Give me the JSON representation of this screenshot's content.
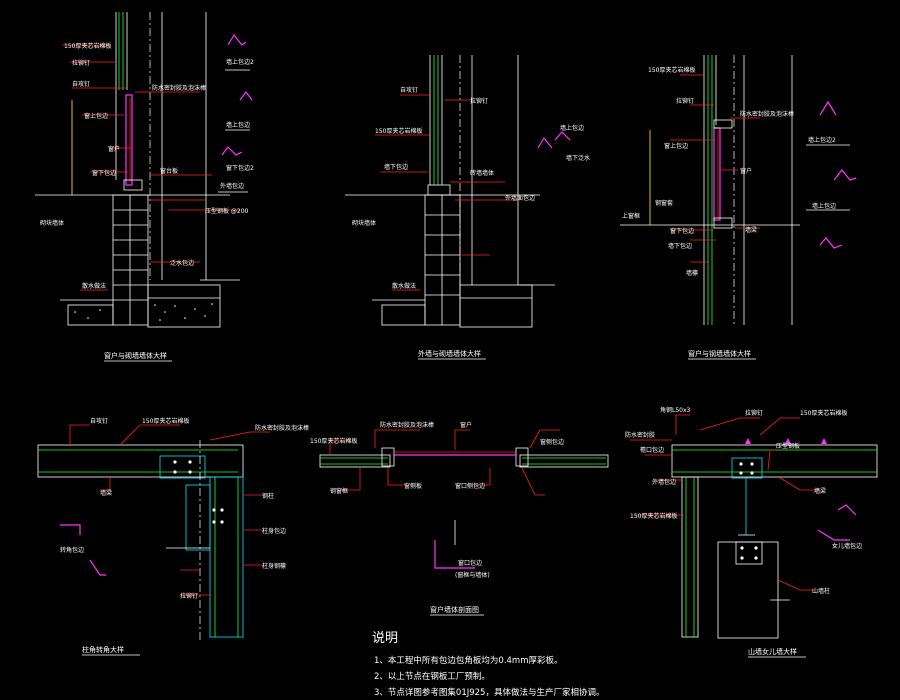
{
  "drawing": {
    "background": "#000000",
    "colors": {
      "leader": "#ff2020",
      "outline": "#ffffff",
      "insulation": "#22ff22",
      "steel": "#00e5ff",
      "mark": "#ff33ff",
      "dim": "#ffff00"
    },
    "panel1": {
      "title": "窗户与砌墙墙体大样",
      "labels": [
        "150厚夹芯岩棉板",
        "拉铆钉",
        "自攻钉",
        "防水密封胶及泡沫棒",
        "窗上包边",
        "窗户",
        "窗下包边",
        "窗台板",
        "砌块墙体",
        "散水做法",
        "泛水包边",
        "墙上包边2",
        "墙上包边",
        "外墙包边",
        "窗下包边2",
        "压型钢板 @200"
      ]
    },
    "panel2": {
      "title": "外墙与砌墙墙体大样",
      "labels": [
        "自攻钉",
        "拉铆钉",
        "150厚夹芯岩棉板",
        "墙下包边",
        "砖墙墙体",
        "墙上包边",
        "外墙面包边",
        "墙下泛水",
        "砌块墙体",
        "散水做法"
      ]
    },
    "panel3": {
      "title": "窗户与钢墙墙体大样",
      "labels": [
        "150厚夹芯岩棉板",
        "拉铆钉",
        "防水密封胶及泡沫棒",
        "窗上包边",
        "窗户",
        "窗下包边",
        "钢窗套",
        "上窗框",
        "墙梁",
        "墙下包边",
        "墙上包边2",
        "墙上包边",
        "墙檩"
      ]
    },
    "panel4": {
      "title": "柱角转角大样",
      "labels": [
        "自攻钉",
        "150厚夹芯岩棉板",
        "防水密封胶及泡沫棒",
        "墙梁",
        "钢柱",
        "柱身包边",
        "转角包边",
        "柱身钢檩",
        "拉铆钉"
      ]
    },
    "panel5": {
      "title": "窗户墙体剖面图",
      "labels": [
        "150厚夹芯岩棉板",
        "防水密封胶及泡沫棒",
        "窗户",
        "窗侧包边",
        "窗侧板",
        "钢窗框",
        "窗口侧包边",
        "窗口包边",
        "(窗框与墙体)"
      ]
    },
    "panel6": {
      "title": "山墙女儿墙大样",
      "labels": [
        "角钢L50x3",
        "拉铆钉",
        "150厚夹芯岩棉板",
        "防水密封胶",
        "檐口包边",
        "外墙包边",
        "墙梁",
        "150厚夹芯岩棉板",
        "压型钢板",
        "山墙柱",
        "女儿墙包边"
      ]
    },
    "notes": {
      "heading": "说明",
      "items": [
        "1、本工程中所有包边包角板均为0.4mm厚彩板。",
        "2、以上节点在钢板工厂预制。",
        "3、节点详图参考图集01J925，具体做法与生产厂家相协调。"
      ]
    }
  }
}
